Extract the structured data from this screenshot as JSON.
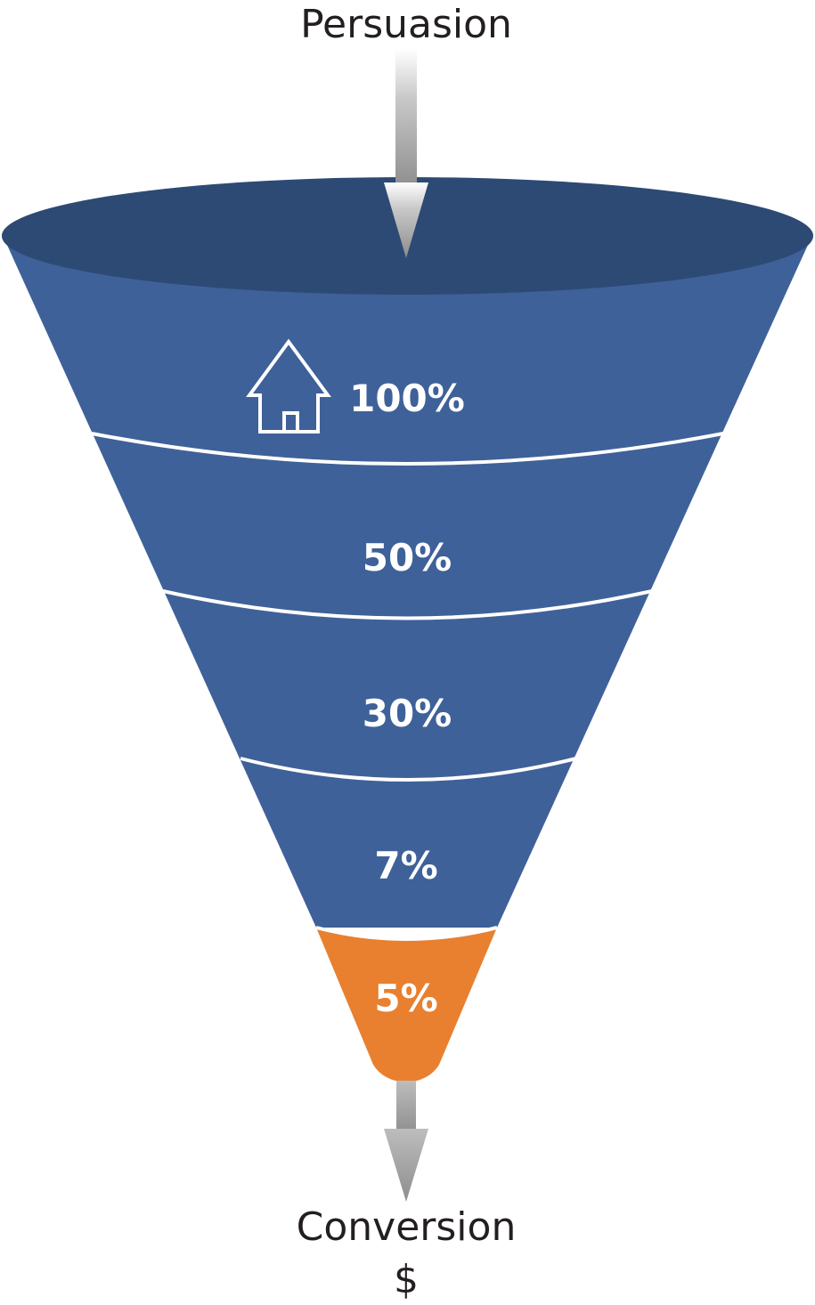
{
  "top_label": "Persuasion",
  "bottom_label": "Conversion",
  "bottom_symbol": "$",
  "colors": {
    "funnel_body": "#3f6199",
    "funnel_rim": "#2d4a74",
    "final_stage": "#e8802f",
    "divider": "#ffffff",
    "arrow": "#9a9a9a"
  },
  "top_stage_icon": "house-icon",
  "stages": [
    {
      "label": "100%",
      "value": 100
    },
    {
      "label": "50%",
      "value": 50
    },
    {
      "label": "30%",
      "value": 30
    },
    {
      "label": "7%",
      "value": 7
    },
    {
      "label": "5%",
      "value": 5
    }
  ]
}
